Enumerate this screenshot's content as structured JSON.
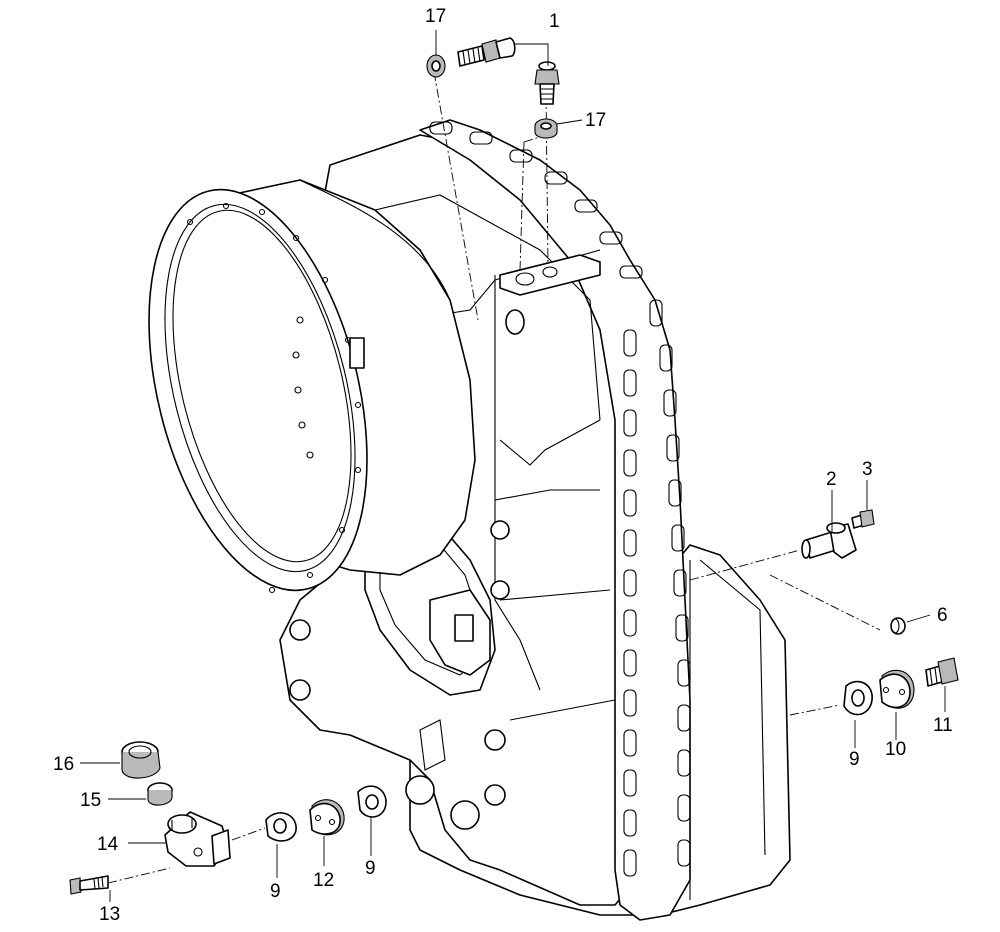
{
  "callouts": {
    "c1": "1",
    "c2": "2",
    "c3": "3",
    "c6": "6",
    "c9a": "9",
    "c9b": "9",
    "c9c": "9",
    "c10": "10",
    "c11": "11",
    "c12": "12",
    "c13": "13",
    "c14": "14",
    "c15": "15",
    "c16": "16",
    "c17a": "17",
    "c17b": "17"
  }
}
